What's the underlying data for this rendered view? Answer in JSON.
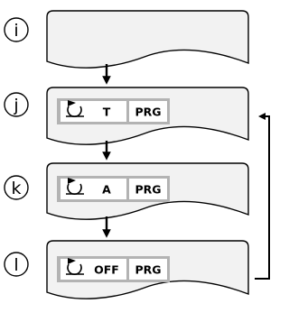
{
  "colors": {
    "panel_fill": "#f2f2f2",
    "panel_stroke": "#000000",
    "display_frame": "#b3b3b3",
    "display_cell": "#ffffff",
    "arrow": "#000000"
  },
  "steps": [
    {
      "label": "i",
      "has_display": false
    },
    {
      "label": "j",
      "has_display": true,
      "icon": "rotate-arrow-icon",
      "mode": "T",
      "program": "PRG"
    },
    {
      "label": "k",
      "has_display": true,
      "icon": "rotate-arrow-icon",
      "mode": "A",
      "program": "PRG"
    },
    {
      "label": "l",
      "has_display": true,
      "icon": "rotate-arrow-icon",
      "mode": "OFF",
      "program": "PRG"
    }
  ]
}
